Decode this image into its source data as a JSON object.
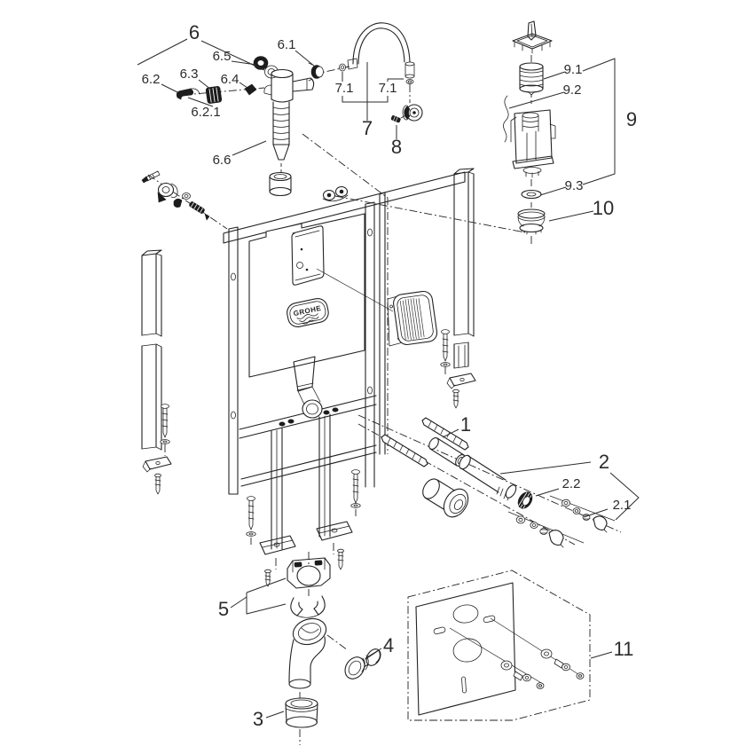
{
  "page": {
    "type": "exploded-parts-diagram",
    "background": "#ffffff"
  },
  "brand": {
    "logo_text": "GROHE"
  },
  "colors": {
    "line": "#222222",
    "dark_fill": "#1c1c1c",
    "label": "#2b2b2b"
  },
  "labels": {
    "p1": "1",
    "p2": "2",
    "p2_1": "2.1",
    "p2_2": "2.2",
    "p3": "3",
    "p4": "4",
    "p5": "5",
    "p6": "6",
    "p6_1": "6.1",
    "p6_2": "6.2",
    "p6_2_1": "6.2.1",
    "p6_3": "6.3",
    "p6_4": "6.4",
    "p6_5": "6.5",
    "p6_6": "6.6",
    "p7": "7",
    "p7_1": "7.1",
    "p8": "8",
    "p9": "9",
    "p9_1": "9.1",
    "p9_2": "9.2",
    "p9_3": "9.3",
    "p10": "10",
    "p11": "11"
  }
}
